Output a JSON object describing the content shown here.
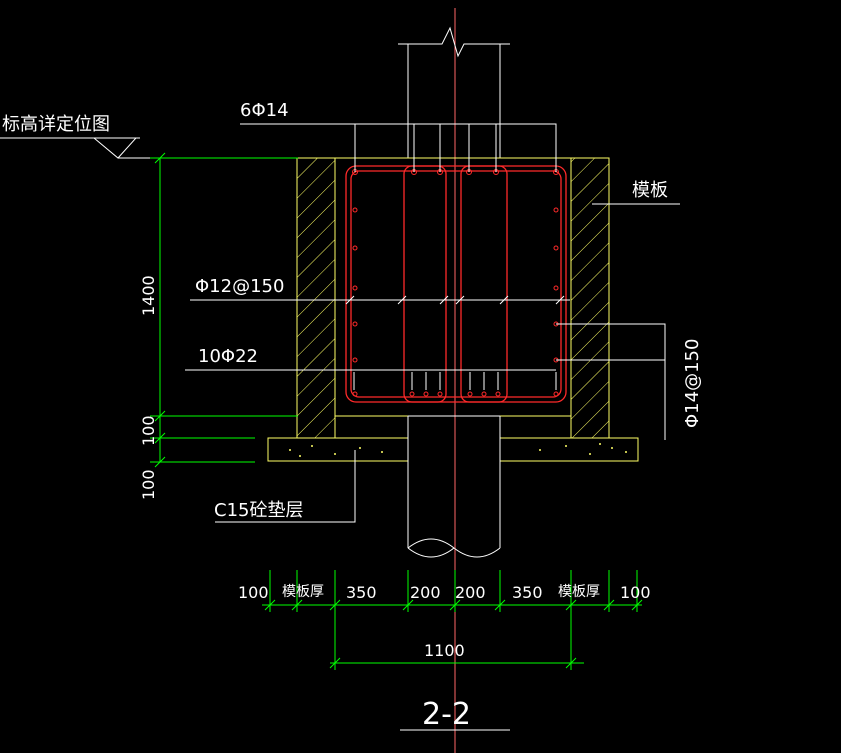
{
  "labels": {
    "elevation_note": "标高详定位图",
    "top_bars": "6Φ14",
    "formwork": "模板",
    "stirrups": "Φ12@150",
    "bottom_bars": "10Φ22",
    "side_bars": "Φ14@150",
    "blinding": "C15砼垫层",
    "section": "2-2"
  },
  "dimensions": {
    "vertical": [
      "1400",
      "100",
      "100"
    ],
    "horizontal": [
      "100",
      "模板厚",
      "350",
      "200",
      "200",
      "350",
      "模板厚",
      "100"
    ],
    "total": "1100"
  },
  "colors": {
    "background": "#000000",
    "outline": "#ffffff",
    "concrete_edge": "#ffff66",
    "rebar": "#ff2a2a",
    "dimension": "#00ff00",
    "centerline": "#ff6666",
    "hatch": "#ffff66"
  }
}
